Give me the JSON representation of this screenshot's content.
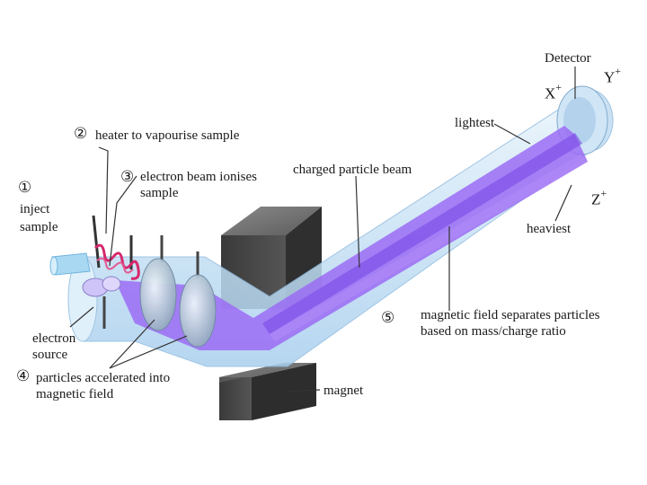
{
  "labels": {
    "detector": "Detector",
    "lightest": "lightest",
    "heater": "heater to vapourise sample",
    "electron_beam_line1": "electron beam ionises",
    "electron_beam_line2": "sample",
    "inject_line1": "inject",
    "inject_line2": "sample",
    "charged_beam": "charged particle beam",
    "heaviest": "heaviest",
    "magnetic_field_line1": "magnetic field separates particles",
    "magnetic_field_line2": "based on mass/charge ratio",
    "electron_source_line1": "electron",
    "electron_source_line2": "source",
    "accelerated_line1": "particles accelerated into",
    "accelerated_line2": "magnetic field",
    "magnet": "magnet"
  },
  "step_numbers": {
    "one": "①",
    "two": "②",
    "three": "③",
    "four": "④",
    "five": "⑤"
  },
  "ions": {
    "x": "X",
    "y": "Y",
    "z": "Z",
    "charge": "+"
  },
  "colors": {
    "beam": "#9b6cf5",
    "tube": "#cfe6f7",
    "magnet": "#4a4a4a",
    "heater_coil": "#d6286c"
  }
}
